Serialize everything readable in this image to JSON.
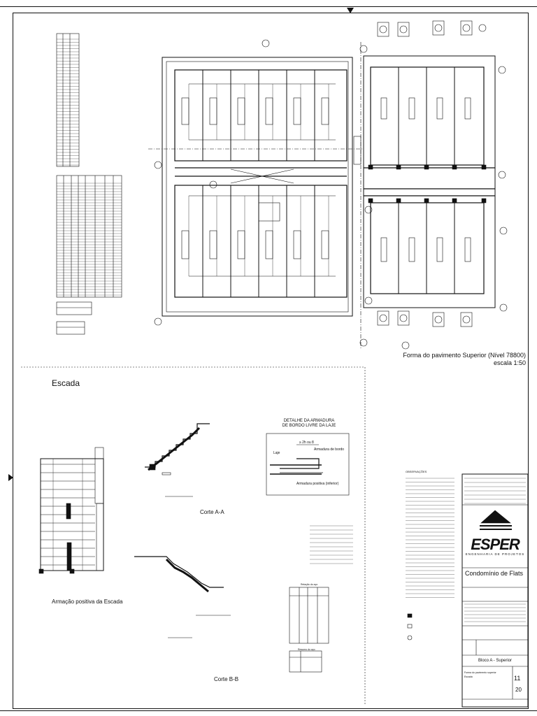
{
  "drawing": {
    "plan_title": "Forma do pavimento Superior (Nível 78800)",
    "plan_scale": "escala 1:50",
    "stair_title": "Escada",
    "stair_reinforcement_title": "Armação positiva da Escada",
    "section_a_title": "Corte A-A",
    "section_b_title": "Corte B-B",
    "detail_title_line1": "DETALHE DA ARMADURA",
    "detail_title_line2": "DE BORDO LIVRE DA LAJE",
    "detail_label_edge": "Armadura de bordo",
    "detail_label_positive": "Armadura positiva (inferior)",
    "detail_label_slab": "Laje",
    "detail_label_dim": "≥ 2h ou 8"
  },
  "notes": {
    "observations_title": "OBSERVAÇÕES",
    "steel_table_title": "Relação do aço",
    "steel_summary_title": "Resumo do aço"
  },
  "title_block": {
    "company": "ESPER",
    "company_subtitle": "ENGENHARIA DE PROJETOS",
    "project": "Condomínio de Flats",
    "block": "Bloco A - Superior",
    "sheet_number": "11",
    "sheet_total": "20",
    "drawing_line1": "Forma do pavimento superior",
    "drawing_line2": "Escada"
  },
  "colors": {
    "ink": "#111111",
    "paper": "#ffffff"
  }
}
